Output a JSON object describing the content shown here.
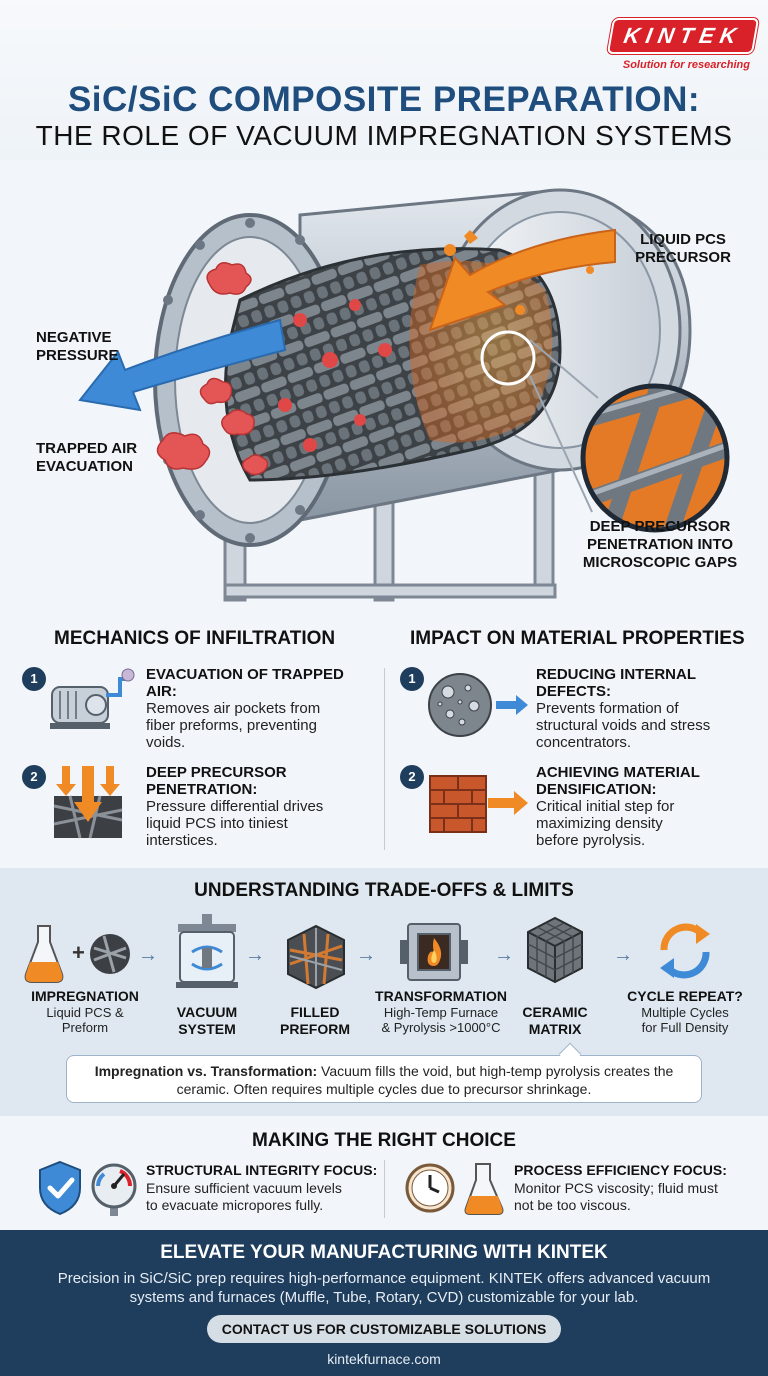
{
  "brand": {
    "logo_text": "KINTEK",
    "tagline": "Solution for researching",
    "color": "#d92129"
  },
  "header": {
    "title_line1": "SiC/SiC COMPOSITE PREPARATION:",
    "title_line2": "THE ROLE OF VACUUM IMPREGNATION SYSTEMS"
  },
  "hero": {
    "label_liquid": "LIQUID PCS\nPRECURSOR",
    "label_negative": "NEGATIVE\nPRESSURE",
    "label_trapped": "TRAPPED AIR\nEVACUATION",
    "label_deep": "DEEP PRECURSOR\nPENETRATION INTO\nMICROSCOPIC GAPS"
  },
  "mechanics": {
    "title": "MECHANICS OF INFILTRATION",
    "items": [
      {
        "num": "1",
        "title": "EVACUATION OF TRAPPED\nAIR:",
        "desc": "Removes air pockets from\nfiber preforms, preventing\nvoids.",
        "icon": "vacuum-pump-icon"
      },
      {
        "num": "2",
        "title": "DEEP PRECURSOR\nPENETRATION:",
        "desc": "Pressure differential drives\nliquid PCS into tiniest\ninterstices.",
        "icon": "penetration-arrows-icon"
      }
    ]
  },
  "impact": {
    "title": "IMPACT ON MATERIAL PROPERTIES",
    "items": [
      {
        "num": "1",
        "title": "REDUCING INTERNAL\nDEFECTS:",
        "desc": "Prevents formation of\nstructural voids and stress\nconcentrators.",
        "icon": "porous-disc-icon"
      },
      {
        "num": "2",
        "title": "ACHIEVING MATERIAL\nDENSIFICATION:",
        "desc": "Critical initial step for\nmaximizing density\nbefore pyrolysis.",
        "icon": "brick-wall-icon"
      }
    ]
  },
  "tradeoffs": {
    "title": "UNDERSTANDING TRADE-OFFS & LIMITS",
    "steps": [
      {
        "title": "IMPREGNATION",
        "sub": "Liquid PCS &\nPreform",
        "icon": "flask-plus-preform-icon"
      },
      {
        "title": "VACUUM\nSYSTEM",
        "sub": "",
        "icon": "vacuum-chamber-icon"
      },
      {
        "title": "FILLED\nPREFORM",
        "sub": "",
        "icon": "filled-preform-icon"
      },
      {
        "title": "TRANSFORMATION",
        "sub": "High-Temp Furnace\n& Pyrolysis >1000°C",
        "icon": "furnace-icon"
      },
      {
        "title": "CERAMIC\nMATRIX",
        "sub": "",
        "icon": "ceramic-cube-icon"
      },
      {
        "title": "CYCLE REPEAT?",
        "sub": "Multiple Cycles\nfor Full Density",
        "icon": "cycle-arrows-icon"
      }
    ],
    "callout_bold": "Impregnation vs. Transformation:",
    "callout_text": " Vacuum fills the void, but high-temp pyrolysis creates the ceramic. Often requires multiple cycles due to precursor shrinkage."
  },
  "choice": {
    "title": "MAKING THE RIGHT CHOICE",
    "left_head": "STRUCTURAL INTEGRITY FOCUS:",
    "left_desc": "Ensure sufficient vacuum levels\nto evacuate micropores fully.",
    "right_head": "PROCESS EFFICIENCY FOCUS:",
    "right_desc": "Monitor PCS viscosity; fluid must\nnot be too viscous."
  },
  "footer": {
    "title": "ELEVATE YOUR MANUFACTURING WITH KINTEK",
    "text": "Precision in SiC/SiC prep requires high-performance equipment. KINTEK offers advanced vacuum systems and furnaces (Muffle, Tube, Rotary, CVD) customizable for your lab.",
    "cta": "CONTACT US FOR CUSTOMIZABLE SOLUTIONS",
    "site": "kintekfurnace.com"
  },
  "colors": {
    "navy": "#1f3d5c",
    "title_blue": "#1f4e7e",
    "orange": "#f08a24",
    "arrow_blue": "#3f8ad6"
  }
}
